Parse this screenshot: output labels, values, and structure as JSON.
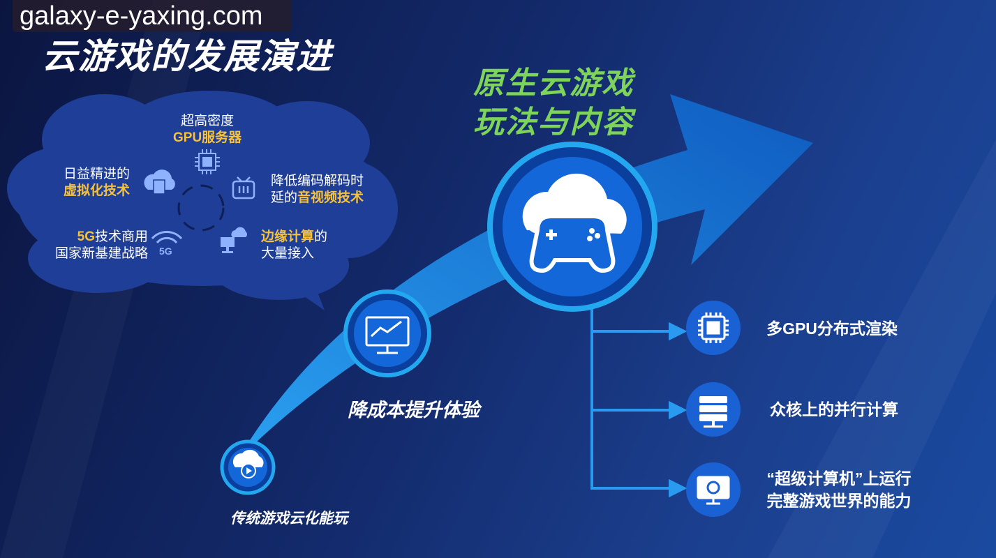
{
  "watermark": "galaxy-e-yaxing.com",
  "title": "云游戏的发展演进",
  "cloud": {
    "gpu": {
      "line1": "超高密度",
      "line2": "GPU服务器"
    },
    "virtual": {
      "line1": "日益精进的",
      "line2": "虚拟化技术"
    },
    "av": {
      "line1": "降低编码解码时",
      "line2_prefix": "延的",
      "line2_highlight": "音视频技术"
    },
    "fiveg": {
      "line1_highlight": "5G",
      "line1_rest": "技术商用",
      "line2": "国家新基建战略",
      "icon_text": "5G"
    },
    "edge": {
      "line1_highlight": "边缘计算",
      "line1_rest": "的",
      "line2": "大量接入"
    }
  },
  "stages": [
    {
      "label": "传统游戏云化能玩",
      "icon": "cloud-play-icon"
    },
    {
      "label": "降成本提升体验",
      "icon": "chart-monitor-icon"
    },
    {
      "label_line1": "原生云游戏",
      "label_line2": "玩法与内容",
      "icon": "cloud-gamepad-icon"
    }
  ],
  "features": [
    {
      "label": "多GPU分布式渲染",
      "icon": "chip-icon"
    },
    {
      "label": "众核上的并行计算",
      "icon": "server-icon"
    },
    {
      "label_line1": "“超级计算机”上运行",
      "label_line2": "完整游戏世界的能力",
      "icon": "monitor-sync-icon"
    }
  ],
  "colors": {
    "highlight": "#f6c23e",
    "green": "#7ed35a",
    "arrow": "#1a7fd8",
    "cloud": "#1f3e97"
  }
}
